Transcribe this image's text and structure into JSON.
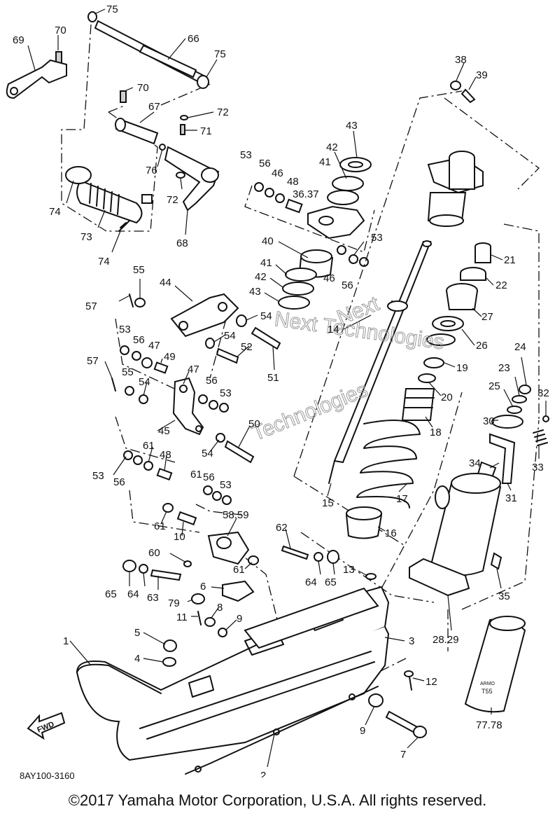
{
  "callouts": [
    {
      "text": "75"
    },
    {
      "text": "70"
    },
    {
      "text": "69"
    },
    {
      "text": "66"
    },
    {
      "text": "75"
    },
    {
      "text": "70"
    },
    {
      "text": "67"
    },
    {
      "text": "72"
    },
    {
      "text": "71"
    },
    {
      "text": "76"
    },
    {
      "text": "72"
    },
    {
      "text": "74"
    },
    {
      "text": "73"
    },
    {
      "text": "74"
    },
    {
      "text": "68"
    },
    {
      "text": "53"
    },
    {
      "text": "56"
    },
    {
      "text": "46"
    },
    {
      "text": "48"
    },
    {
      "text": "36.37"
    },
    {
      "text": "43"
    },
    {
      "text": "42"
    },
    {
      "text": "41"
    },
    {
      "text": "53"
    },
    {
      "text": "40"
    },
    {
      "text": "41"
    },
    {
      "text": "42"
    },
    {
      "text": "43"
    },
    {
      "text": "46"
    },
    {
      "text": "56"
    },
    {
      "text": "38"
    },
    {
      "text": "39"
    },
    {
      "text": "21"
    },
    {
      "text": "22"
    },
    {
      "text": "27"
    },
    {
      "text": "26"
    },
    {
      "text": "19"
    },
    {
      "text": "20"
    },
    {
      "text": "18"
    },
    {
      "text": "17"
    },
    {
      "text": "16"
    },
    {
      "text": "15"
    },
    {
      "text": "14"
    },
    {
      "text": "24"
    },
    {
      "text": "23"
    },
    {
      "text": "25"
    },
    {
      "text": "32"
    },
    {
      "text": "30"
    },
    {
      "text": "33"
    },
    {
      "text": "34"
    },
    {
      "text": "31"
    },
    {
      "text": "35"
    },
    {
      "text": "28.29"
    },
    {
      "text": "55"
    },
    {
      "text": "57"
    },
    {
      "text": "44"
    },
    {
      "text": "54"
    },
    {
      "text": "54"
    },
    {
      "text": "52"
    },
    {
      "text": "51"
    },
    {
      "text": "53"
    },
    {
      "text": "56"
    },
    {
      "text": "47"
    },
    {
      "text": "49"
    },
    {
      "text": "57"
    },
    {
      "text": "55"
    },
    {
      "text": "54"
    },
    {
      "text": "47"
    },
    {
      "text": "56"
    },
    {
      "text": "53"
    },
    {
      "text": "45"
    },
    {
      "text": "54"
    },
    {
      "text": "50"
    },
    {
      "text": "53"
    },
    {
      "text": "61"
    },
    {
      "text": "56"
    },
    {
      "text": "48"
    },
    {
      "text": "61"
    },
    {
      "text": "56"
    },
    {
      "text": "53"
    },
    {
      "text": "61"
    },
    {
      "text": "10"
    },
    {
      "text": "58.59"
    },
    {
      "text": "62"
    },
    {
      "text": "60"
    },
    {
      "text": "61"
    },
    {
      "text": "64"
    },
    {
      "text": "65"
    },
    {
      "text": "13"
    },
    {
      "text": "65"
    },
    {
      "text": "64"
    },
    {
      "text": "63"
    },
    {
      "text": "6"
    },
    {
      "text": "79"
    },
    {
      "text": "8"
    },
    {
      "text": "11"
    },
    {
      "text": "9"
    },
    {
      "text": "5"
    },
    {
      "text": "4"
    },
    {
      "text": "1"
    },
    {
      "text": "3"
    },
    {
      "text": "12"
    },
    {
      "text": "9"
    },
    {
      "text": "7"
    },
    {
      "text": "2"
    },
    {
      "text": "77.78"
    }
  ],
  "watermark": {
    "line1": "Next",
    "line2": "Next Technologies",
    "line3": "Technologies"
  },
  "fwd_label": "FWD",
  "can_label_1": "ARMO",
  "can_label_2": "T55",
  "diagram_code": "8AY100-3160",
  "copyright": "©2017 Yamaha Motor Corporation, U.S.A. All rights reserved."
}
